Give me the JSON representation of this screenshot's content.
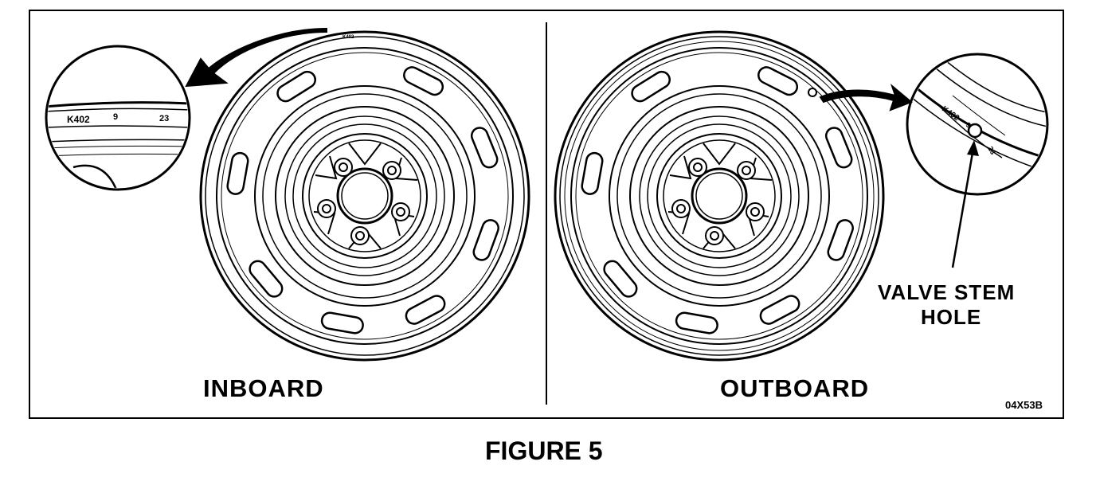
{
  "labels": {
    "inboard": "INBOARD",
    "outboard": "OUTBOARD",
    "valve_stem_line1": "VALVE STEM",
    "valve_stem_line2": "HOLE",
    "drawing_code": "04X53B",
    "figure_title": "FIGURE 5"
  },
  "markings": {
    "inboard_part": "K402",
    "inboard_mid": "9",
    "inboard_right": "23",
    "outboard_part": "K402",
    "outboard_mid": "9",
    "outboard_right": "23"
  },
  "colors": {
    "line": "#000000",
    "background": "#ffffff"
  }
}
